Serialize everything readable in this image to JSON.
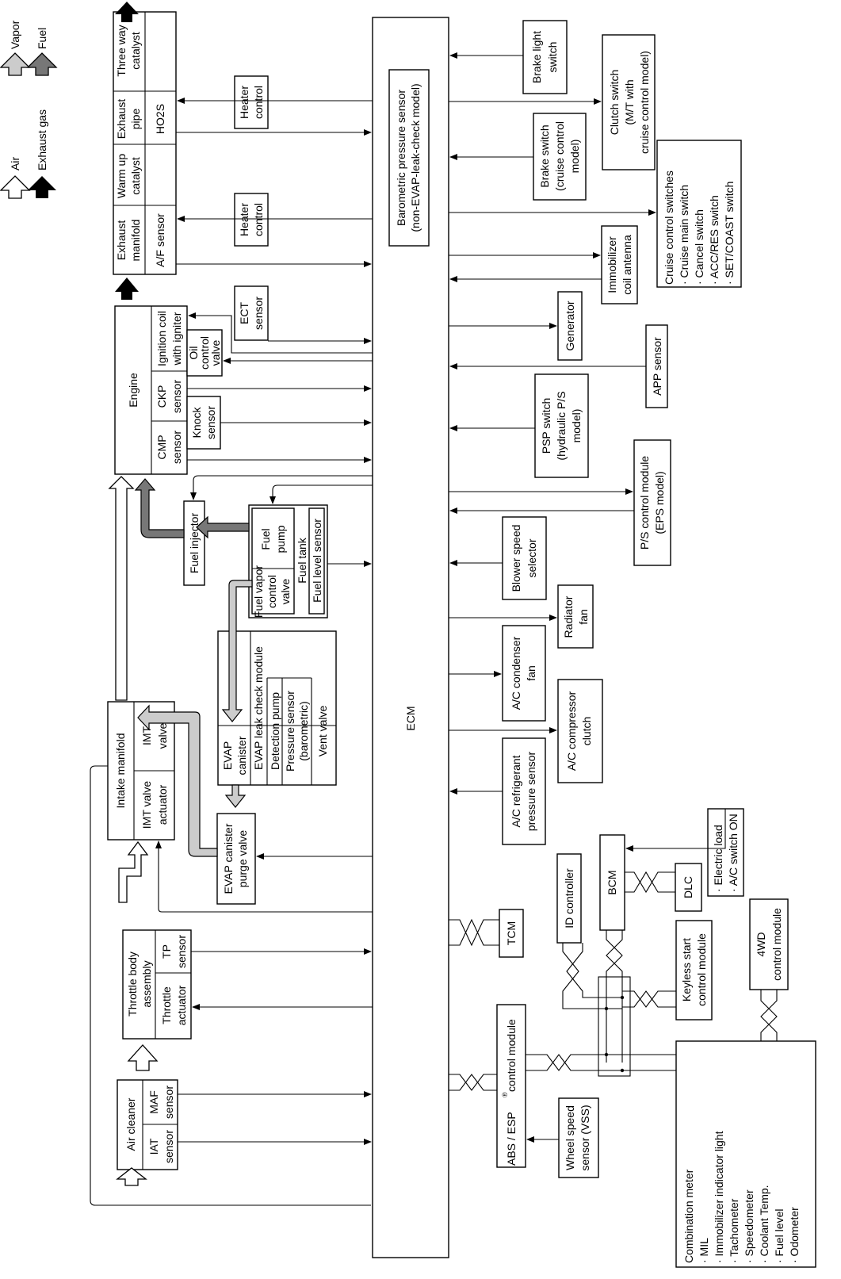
{
  "legend": {
    "air": "Air",
    "exhaust_gas": "Exhaust gas",
    "vapor": "Vapor",
    "fuel": "Fuel"
  },
  "ecm": {
    "label": "ECM",
    "baro_line1": "Barometric pressure sensor",
    "baro_line2": "(non-EVAP-leak-check model)"
  },
  "air_cleaner": {
    "title": "Air cleaner",
    "iat": [
      "IAT",
      "sensor"
    ],
    "maf": [
      "MAF",
      "sensor"
    ]
  },
  "throttle_body": {
    "title": [
      "Throttle body",
      "assembly"
    ],
    "actuator": [
      "Throttle",
      "actuator"
    ],
    "tp": [
      "TP",
      "sensor"
    ]
  },
  "intake_manifold": {
    "title": "Intake manifold",
    "imt_actuator": [
      "IMT valve",
      "actuator"
    ],
    "imt_valve": [
      "IMT",
      "valve"
    ]
  },
  "engine": {
    "title": "Engine",
    "cmp": [
      "CMP",
      "sensor"
    ],
    "ckp": [
      "CKP",
      "sensor"
    ],
    "ignition": [
      "Ignition coil",
      "with igniter"
    ]
  },
  "knock": [
    "Knock",
    "sensor"
  ],
  "oil_control": [
    "Oil",
    "control",
    "valve"
  ],
  "ect": [
    "ECT",
    "sensor"
  ],
  "exhaust": {
    "manifold": [
      "Exhaust",
      "manifold"
    ],
    "af": "A/F sensor",
    "warm_up": [
      "Warm up",
      "catalyst"
    ],
    "pipe": [
      "Exhaust",
      "pipe"
    ],
    "ho2s": "HO2S",
    "three_way": [
      "Three way",
      "catalyst"
    ]
  },
  "heater_control_1": [
    "Heater",
    "control"
  ],
  "heater_control_2": [
    "Heater",
    "control"
  ],
  "fuel_injector": "Fuel injector",
  "fuel_tank": {
    "pump": [
      "Fuel",
      "pump"
    ],
    "vapor_valve": [
      "Fuel vapor",
      "control",
      "valve"
    ],
    "tank": "Fuel tank",
    "level": "Fuel level sensor"
  },
  "evap_module": {
    "title": "EVAP leak check module",
    "canister": [
      "EVAP",
      "canister"
    ],
    "detection": "Detection pump",
    "pressure": [
      "Pressure sensor",
      "(barometric)"
    ],
    "vent": "Vent valve"
  },
  "purge_valve": [
    "EVAP canister",
    "purge valve"
  ],
  "right": {
    "brake_light": [
      "Brake light",
      "switch"
    ],
    "clutch": [
      "Clutch switch",
      "(M/T with",
      "cruise control model)"
    ],
    "brake_switch": [
      "Brake switch",
      "(cruise control",
      "model)"
    ],
    "cruise": [
      "Cruise control switches",
      "· Cruise main switch",
      "· Cancel switch",
      "· ACC/RES switch",
      "· SET/COAST switch"
    ],
    "immobilizer": [
      "Immobilizer",
      "coil antenna"
    ],
    "generator": "Generator",
    "app": "APP sensor",
    "psp": [
      "PSP switch",
      "(hydraulic P/S",
      "model)"
    ],
    "ps_module": [
      "P/S control module",
      "(EPS model)"
    ],
    "blower": [
      "Blower speed",
      "selector"
    ],
    "radiator": [
      "Radiator",
      "fan"
    ],
    "ac_condenser": [
      "A/C condenser",
      "fan"
    ],
    "ac_compressor": [
      "A/C compressor",
      "clutch"
    ],
    "ac_refrigerant": [
      "A/C refrigerant",
      "pressure sensor"
    ],
    "electric_load": [
      "· Electric load",
      "· A/C switch ON"
    ],
    "id_controller": "ID controller",
    "bcm": "BCM",
    "dlc": "DLC",
    "tcm": "TCM",
    "keyless": [
      "Keyless start",
      "control module"
    ],
    "wd4": [
      "4WD",
      "control module"
    ],
    "abs": [
      "ABS / ESP",
      "control module"
    ],
    "wheel_speed": [
      "Wheel speed",
      "sensor (VSS)"
    ],
    "combination": [
      "Combination meter",
      "· MIL",
      "· Immobilizer indicator light",
      "· Tachometer",
      "· Speedometer",
      "· Coolant Temp.",
      "· Fuel level",
      "· Odometer"
    ]
  }
}
